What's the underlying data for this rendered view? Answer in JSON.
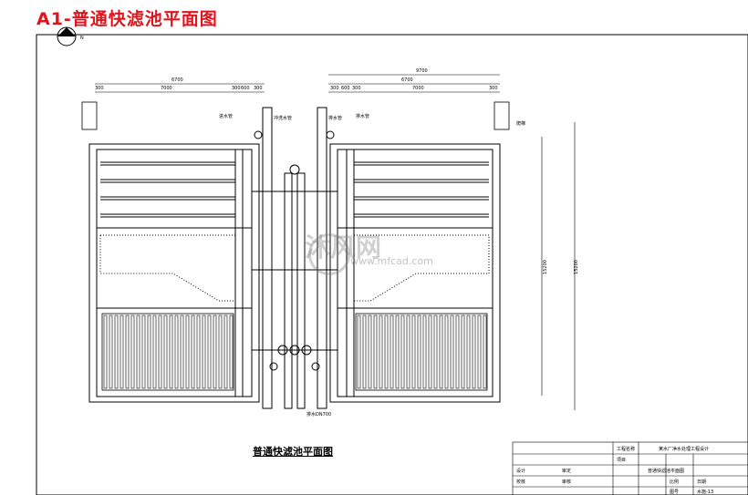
{
  "title": "A1-普通快滤池平面图",
  "caption": "普通快滤池平面图",
  "watermark": {
    "brand": "沐风网",
    "url": "www.mfcad.com"
  },
  "dims": {
    "left_total": "6700",
    "left_parts": [
      "300",
      "7000",
      "300",
      "600",
      "300"
    ],
    "right_total_top": "9700",
    "right_total": "6700",
    "right_parts": [
      "300",
      "600",
      "300",
      "7000",
      "300"
    ],
    "side_a": "15200",
    "side_b": "15200"
  },
  "labels": {
    "pipe_label_1": "进水管",
    "pipe_label_2": "冲洗水管",
    "pipe_label_3": "排水管",
    "pipe_label_4": "排水管",
    "bottom_pipe": "排水DN700",
    "stair": "爬梯"
  },
  "title_block": {
    "project_label": "工程名称",
    "project_value": "某水厂净水处理工程设计",
    "item_label": "项目",
    "drawing_name": "普通快滤池平面图",
    "design": "设计",
    "check": "校核",
    "approve": "审定",
    "review": "审核",
    "scale": "比例",
    "date": "日期",
    "drawing_no_label": "图号",
    "drawing_no": "水施-13"
  },
  "colors": {
    "title": "#e0141c",
    "line": "#000000"
  }
}
